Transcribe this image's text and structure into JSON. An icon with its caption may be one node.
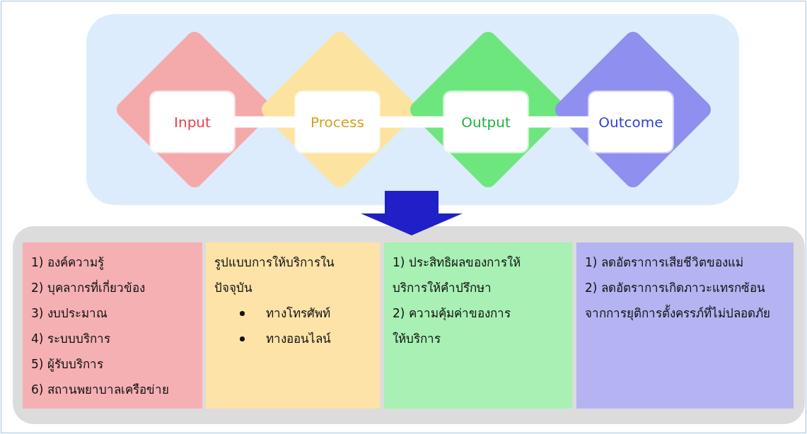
{
  "diagram": {
    "nodes": [
      {
        "text": [],
        "shape": "box"
      },
      {
        "text": [
          "Input"
        ],
        "in": 0
      },
      {
        "text": [
          "Process"
        ],
        "in": 0
      },
      {
        "text": [
          "Output"
        ],
        "in": 0
      },
      {
        "text": [
          "Outcome"
        ],
        "in": 0
      },
      {
        "text": [],
        "shape": "box"
      },
      {
        "text": [
          "1) องค์ความรู้",
          "2) บุคลากรที่เกี่ยวข้อง",
          "3) งบประมาณ",
          "4) ระบบบริการ",
          "5) ผู้รับบริการ",
          "6) สถานพยาบาลเครือข่าย"
        ],
        "in": 5
      },
      {
        "text": [
          "รูปแบบการให้บริการในปัจจุบัน",
          "ทางโทรศัพท์",
          "ทางออนไลน์"
        ],
        "in": 5
      },
      {
        "text": [
          "1) ประสิทธิผลของการให้บริการให้คำปรึกษา",
          "2) ความคุ้มค่าของการให้บริการ"
        ],
        "in": 5
      },
      {
        "text": [
          "1) ลดอัตราการเสียชีวิตของแม่",
          "2) ลดอัตราการเกิดภาวะแทรกซ้อนจากการยุติการตั้งครรภ์ที่ไม่ปลอดภัย"
        ],
        "in": 5
      }
    ],
    "edges": [
      {
        "from": 1,
        "to": 2,
        "arrow": "none"
      },
      {
        "from": 2,
        "to": 3,
        "arrow": "none"
      },
      {
        "from": 3,
        "to": 4,
        "arrow": "none"
      },
      {
        "from": 0,
        "to": 5,
        "arrow": "to",
        "style": "thick"
      }
    ]
  }
}
